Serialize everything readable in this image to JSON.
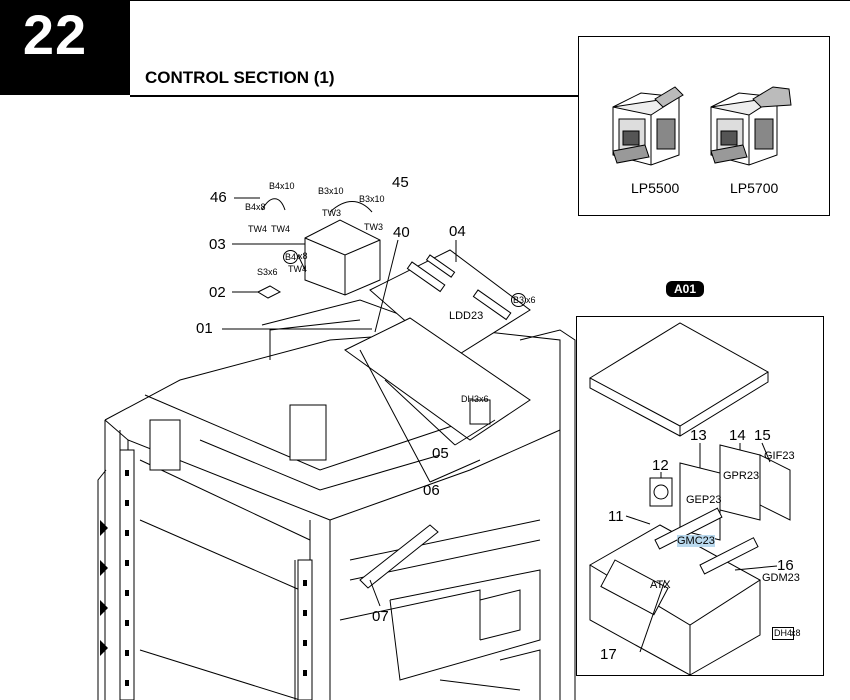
{
  "page": {
    "number": "22",
    "title": "CONTROL SECTION (1)"
  },
  "models": [
    {
      "label": "LP5500"
    },
    {
      "label": "LP5700"
    }
  ],
  "section_badge": "A01",
  "callouts": {
    "c46": "46",
    "c45": "45",
    "c03": "03",
    "c02": "02",
    "c01": "01",
    "c40": "40",
    "c04": "04",
    "c05": "05",
    "c06": "06",
    "c07": "07",
    "c11": "11",
    "c12": "12",
    "c13": "13",
    "c14": "14",
    "c15": "15",
    "c16": "16",
    "c17": "17"
  },
  "screw_labels": {
    "b4x10": "B4x10",
    "b4x8": "B4x8",
    "b3x10_a": "B3x10",
    "b3x10_b": "B3x10",
    "tw4_a": "TW4",
    "tw4_b": "TW4",
    "tw4_c": "TW4",
    "tw3_a": "TW3",
    "tw3_b": "TW3",
    "s3x6": "S3x6",
    "b4_circle": "B4",
    "x8_a": "x8",
    "b3_circle": "B3",
    "x6_a": "x6",
    "dh3x6": "DH3x6",
    "dh4": "DH4",
    "x8_b": "x8"
  },
  "component_labels": {
    "ldd23": "LDD23",
    "gep23": "GEP23",
    "gpr23": "GPR23",
    "gif23": "GIF23",
    "gmc23": "GMC23",
    "gdm23": "GDM23",
    "atx": "ATX"
  },
  "colors": {
    "header_bg": "#000000",
    "highlight": "#b9d9ee",
    "line": "#000000"
  }
}
